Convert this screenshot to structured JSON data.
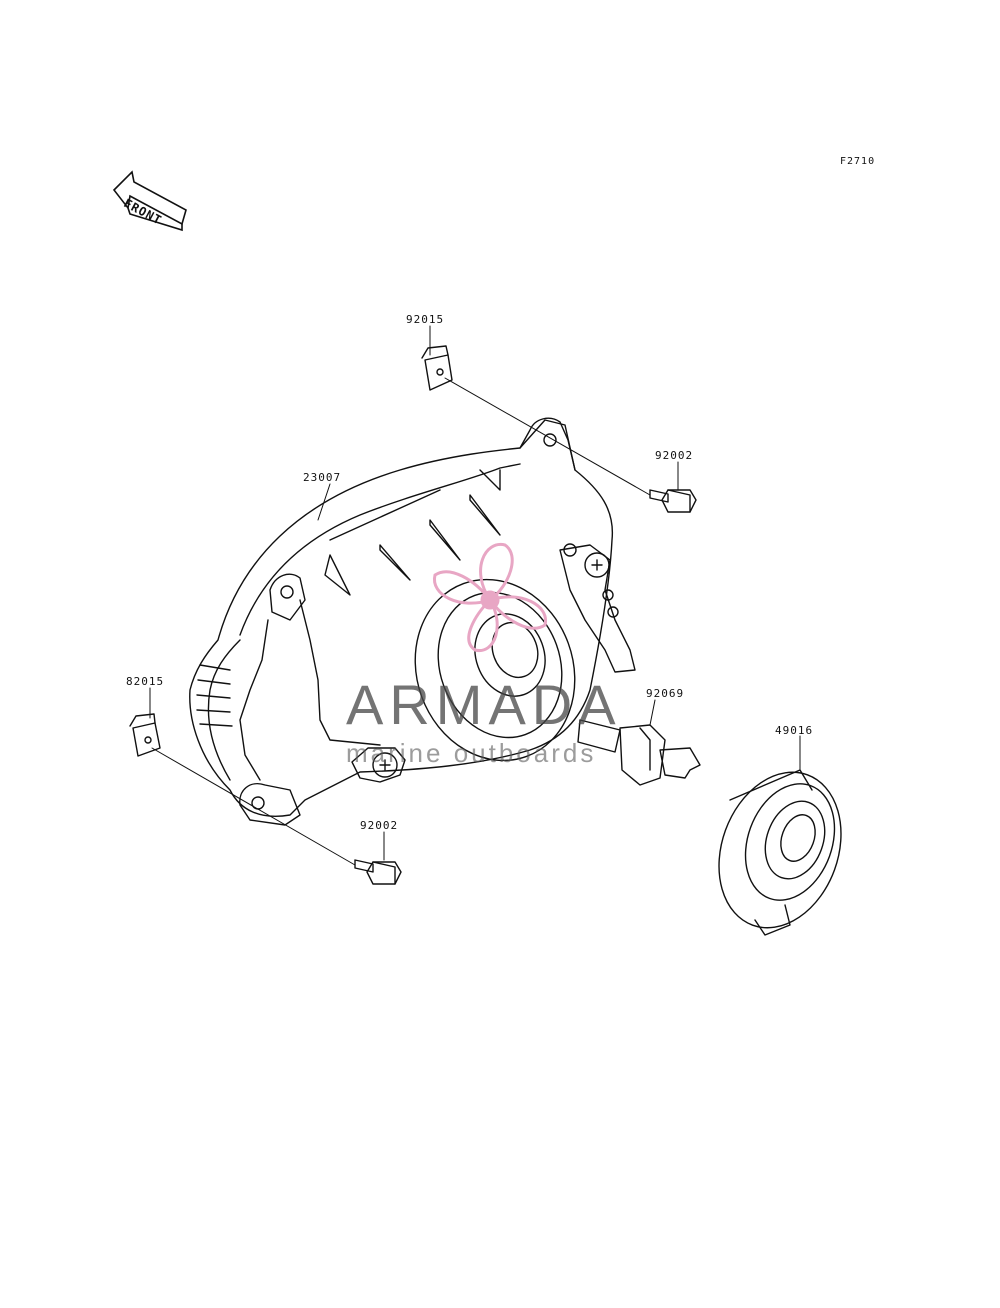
{
  "figure_code": "F2710",
  "front_label": "FRONT",
  "parts": [
    {
      "id": "92015-top",
      "number": "92015"
    },
    {
      "id": "92002-top",
      "number": "92002"
    },
    {
      "id": "23007",
      "number": "23007"
    },
    {
      "id": "92015-left",
      "number": "82015"
    },
    {
      "id": "92069",
      "number": "92069"
    },
    {
      "id": "49016",
      "number": "49016"
    },
    {
      "id": "92002-bottom",
      "number": "92002"
    }
  ],
  "watermark": {
    "title": "ARMADA",
    "subtitle": "marine outboards",
    "accent_color": "#e8a6c4"
  }
}
